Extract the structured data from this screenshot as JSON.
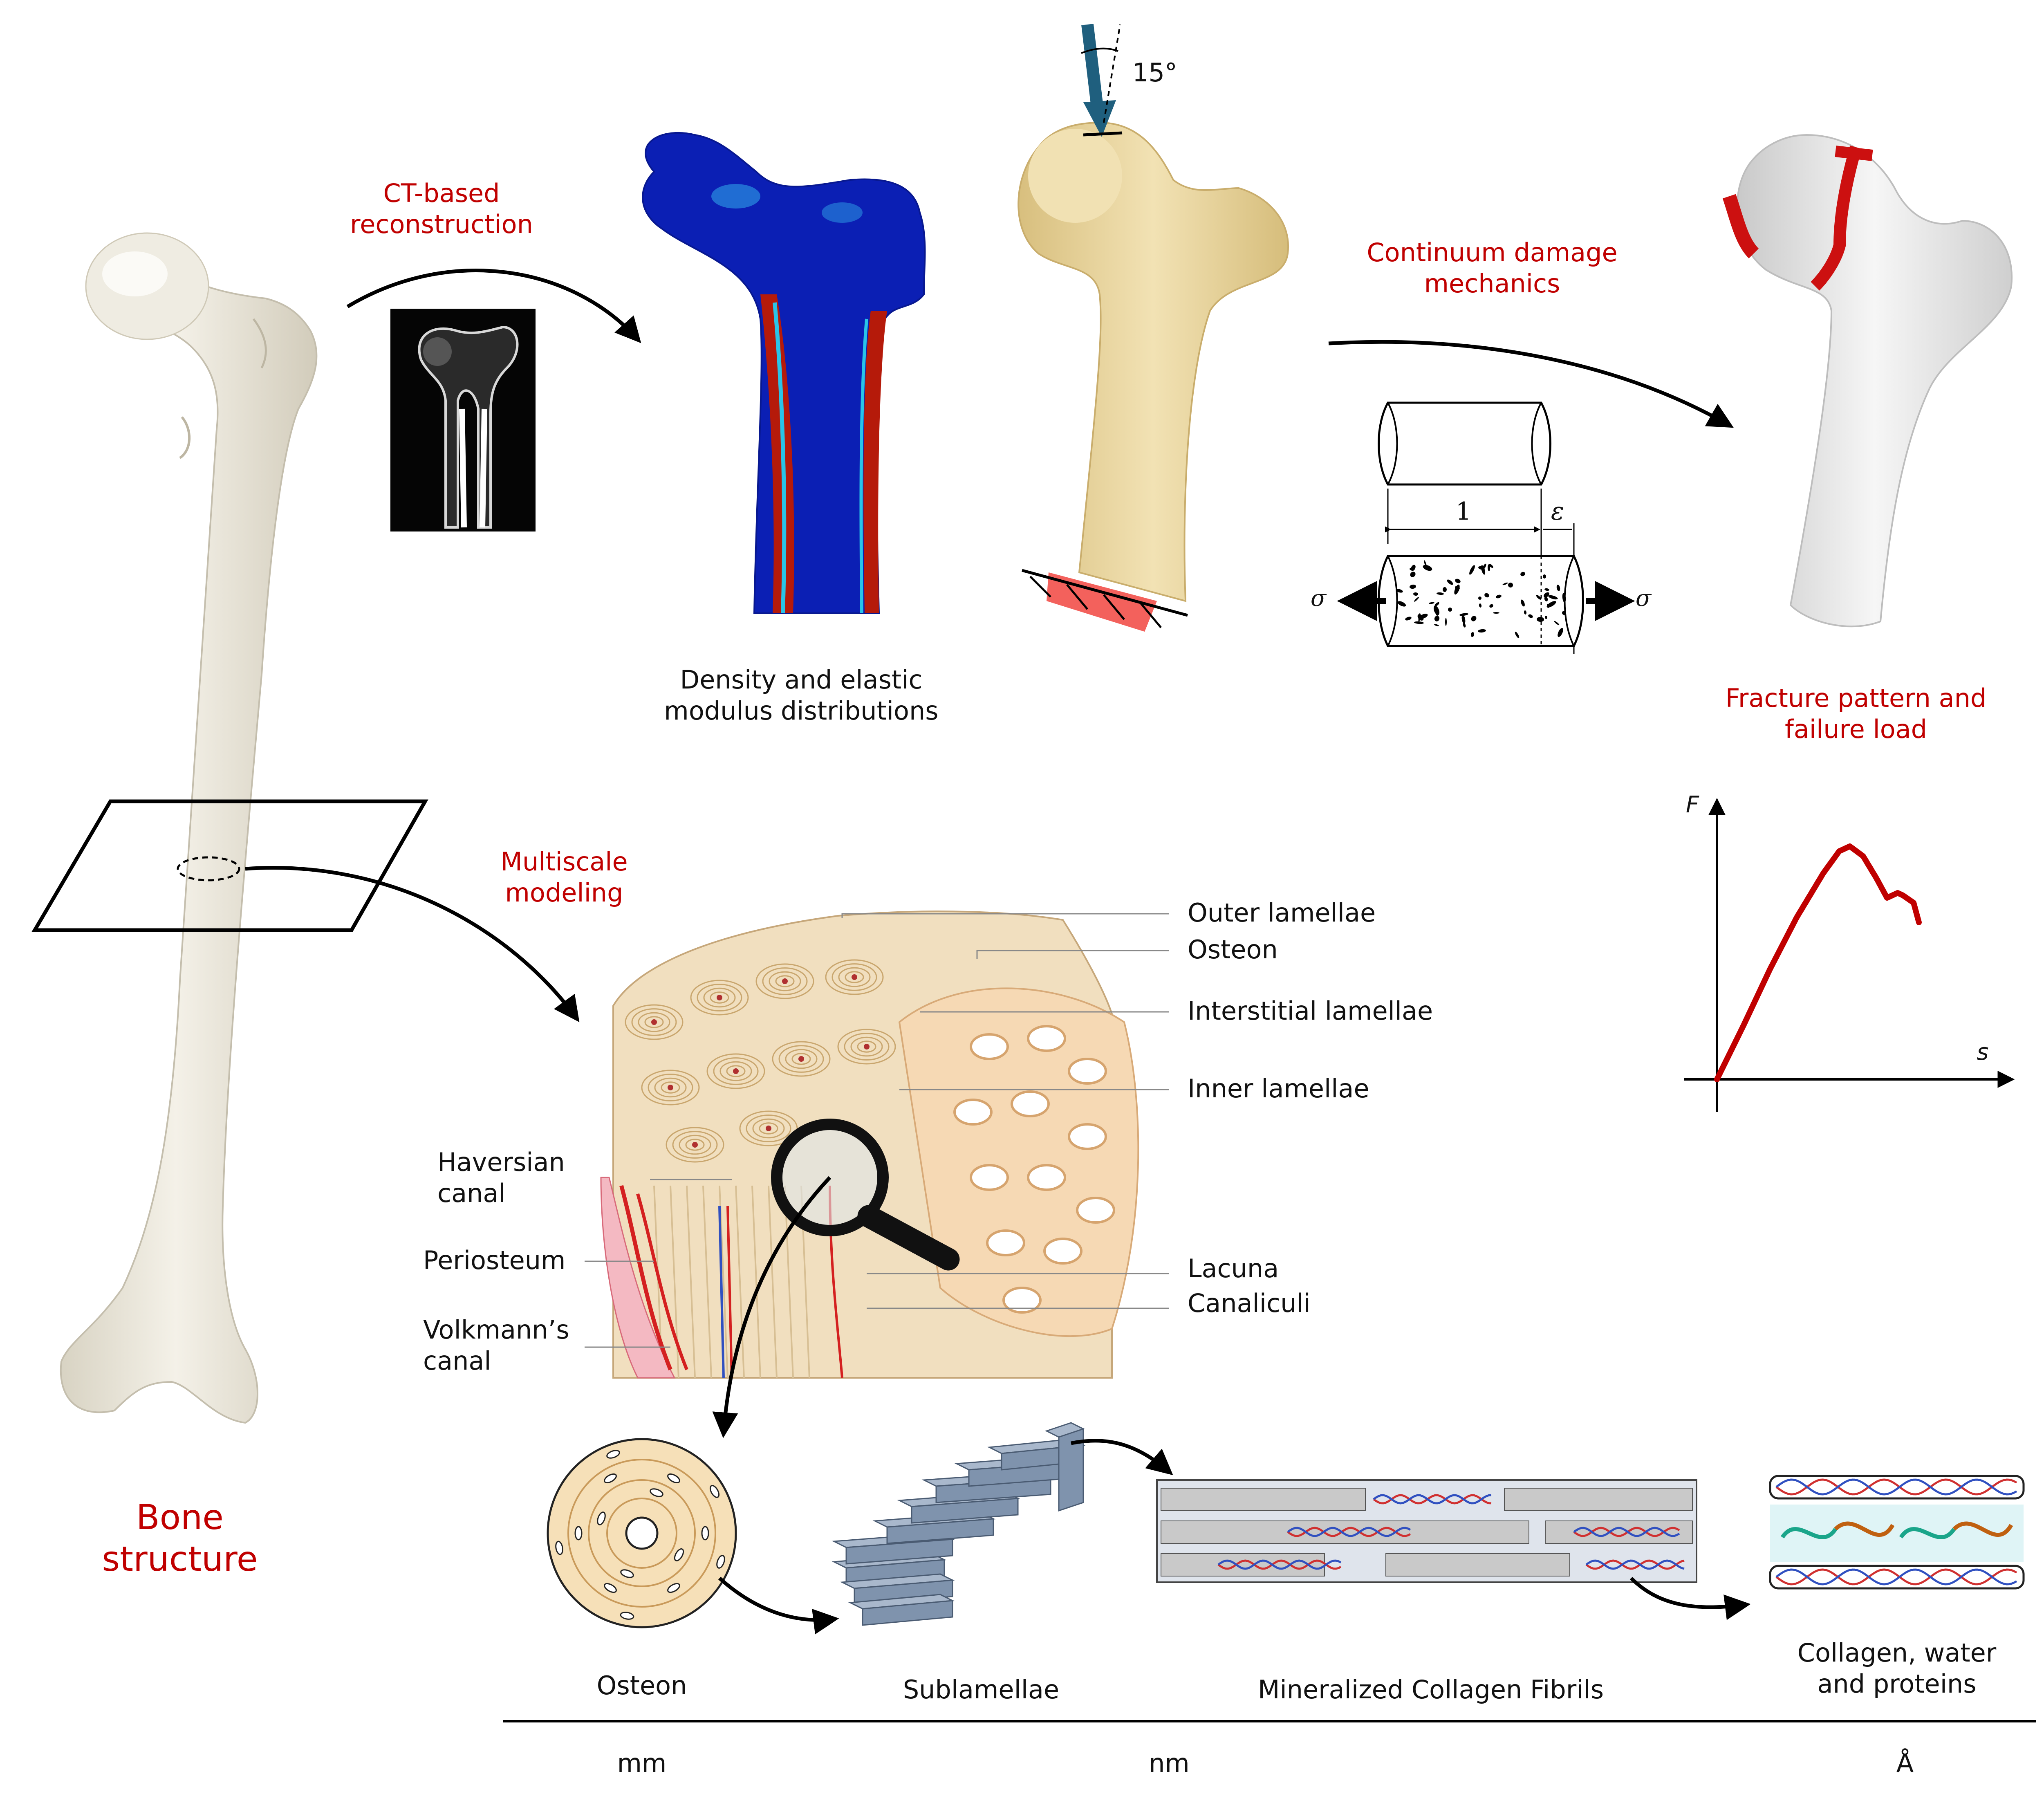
{
  "labels": {
    "ct_based_reconstruction": [
      "CT-based",
      "reconstruction"
    ],
    "density_elastic": [
      "Density and elastic",
      "modulus distributions"
    ],
    "angle": "15°",
    "continuum_damage": [
      "Continuum damage",
      "mechanics"
    ],
    "fracture_pattern": [
      "Fracture pattern and",
      "failure load"
    ],
    "multiscale_modeling": [
      "Multiscale",
      "modeling"
    ],
    "bone_structure": [
      "Bone",
      "structure"
    ],
    "outer_lamellae": "Outer lamellae",
    "osteon_anat": "Osteon",
    "interstitial_lamellae": "Interstitial lamellae",
    "inner_lamellae": "Inner lamellae",
    "haversian_canal": [
      "Haversian",
      "canal"
    ],
    "periosteum": "Periosteum",
    "volkmanns_canal": [
      "Volkmann’s",
      "canal"
    ],
    "lacuna": "Lacuna",
    "canaliculi": "Canaliculi",
    "scale_osteon": "Osteon",
    "scale_sublamellae": "Sublamellae",
    "scale_fibrils": "Mineralized Collagen Fibrils",
    "scale_collagen": [
      "Collagen, water",
      "and proteins"
    ],
    "unit_mm": "mm",
    "unit_nm": "nm",
    "unit_angstrom": "Å",
    "damage_length": "1",
    "damage_strain": "ε",
    "damage_sigma": "σ"
  },
  "load_curve": {
    "type": "line",
    "xlabel": "s",
    "ylabel": "F",
    "x": [
      0,
      0.1,
      0.2,
      0.3,
      0.4,
      0.46,
      0.5,
      0.55,
      0.6,
      0.64,
      0.68,
      0.7,
      0.74,
      0.76
    ],
    "y": [
      0,
      0.22,
      0.45,
      0.66,
      0.84,
      0.93,
      0.95,
      0.91,
      0.82,
      0.74,
      0.76,
      0.75,
      0.72,
      0.64
    ],
    "xlim": [
      0,
      1
    ],
    "ylim": [
      0,
      1
    ]
  },
  "colors": {
    "accent_red": "#c00000",
    "load_arrow": "#1f5f7e",
    "bone": "#eeebe1",
    "femur_tan": "#e8d49d",
    "density_blue": "#0a1fb0",
    "density_red": "#b51a0a",
    "fracture_red": "#cc1010",
    "lamella_blue": "#8da1b8"
  }
}
